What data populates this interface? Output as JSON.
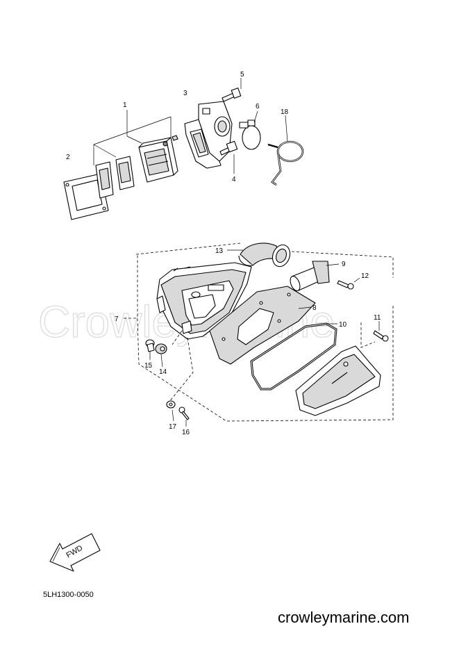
{
  "diagram": {
    "watermark": "CrowleyMarine",
    "drawing_code": "5LH1300-0050",
    "footer": "crowleymarine.com",
    "fwd_label": "FWD",
    "callouts": {
      "p1": "1",
      "p2": "2",
      "p3": "3",
      "p4": "4",
      "p5": "5",
      "p6": "6",
      "p7": "7",
      "p8": "8",
      "p9": "9",
      "p10": "10",
      "p11": "11",
      "p12": "12",
      "p13": "13",
      "p14": "14",
      "p15": "15",
      "p16": "16",
      "p17": "17",
      "p18": "18"
    }
  }
}
